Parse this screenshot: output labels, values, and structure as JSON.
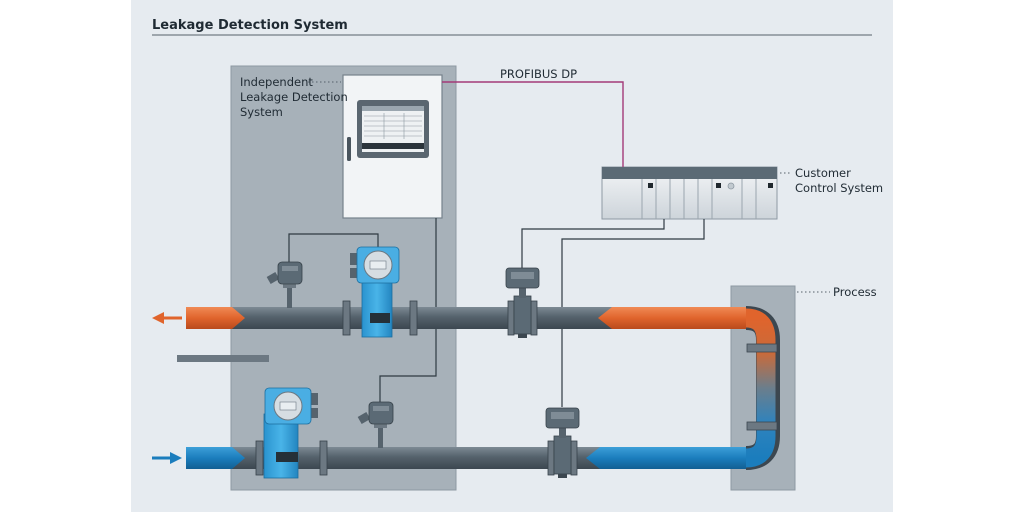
{
  "title": "Leakage Detection System",
  "labels": {
    "independent_system": [
      "Independent",
      "Leakage Detection",
      "System"
    ],
    "profibus": "PROFIBUS DP",
    "customer_control": [
      "Customer",
      "Control System"
    ],
    "process": "Process"
  },
  "colors": {
    "background": "#e6ebf0",
    "panel": "#a7b1b9",
    "pipe": "#4f5c66",
    "hot_fluid": "#e0642c",
    "cold_fluid": "#1b7dbd",
    "flowmeter_blue": "#3aa6de",
    "profibus_line": "#a33a78",
    "signal_line": "#2f3a42"
  },
  "icons": {
    "outlet_arrow": "arrow-left-icon",
    "inlet_arrow": "arrow-right-icon"
  }
}
